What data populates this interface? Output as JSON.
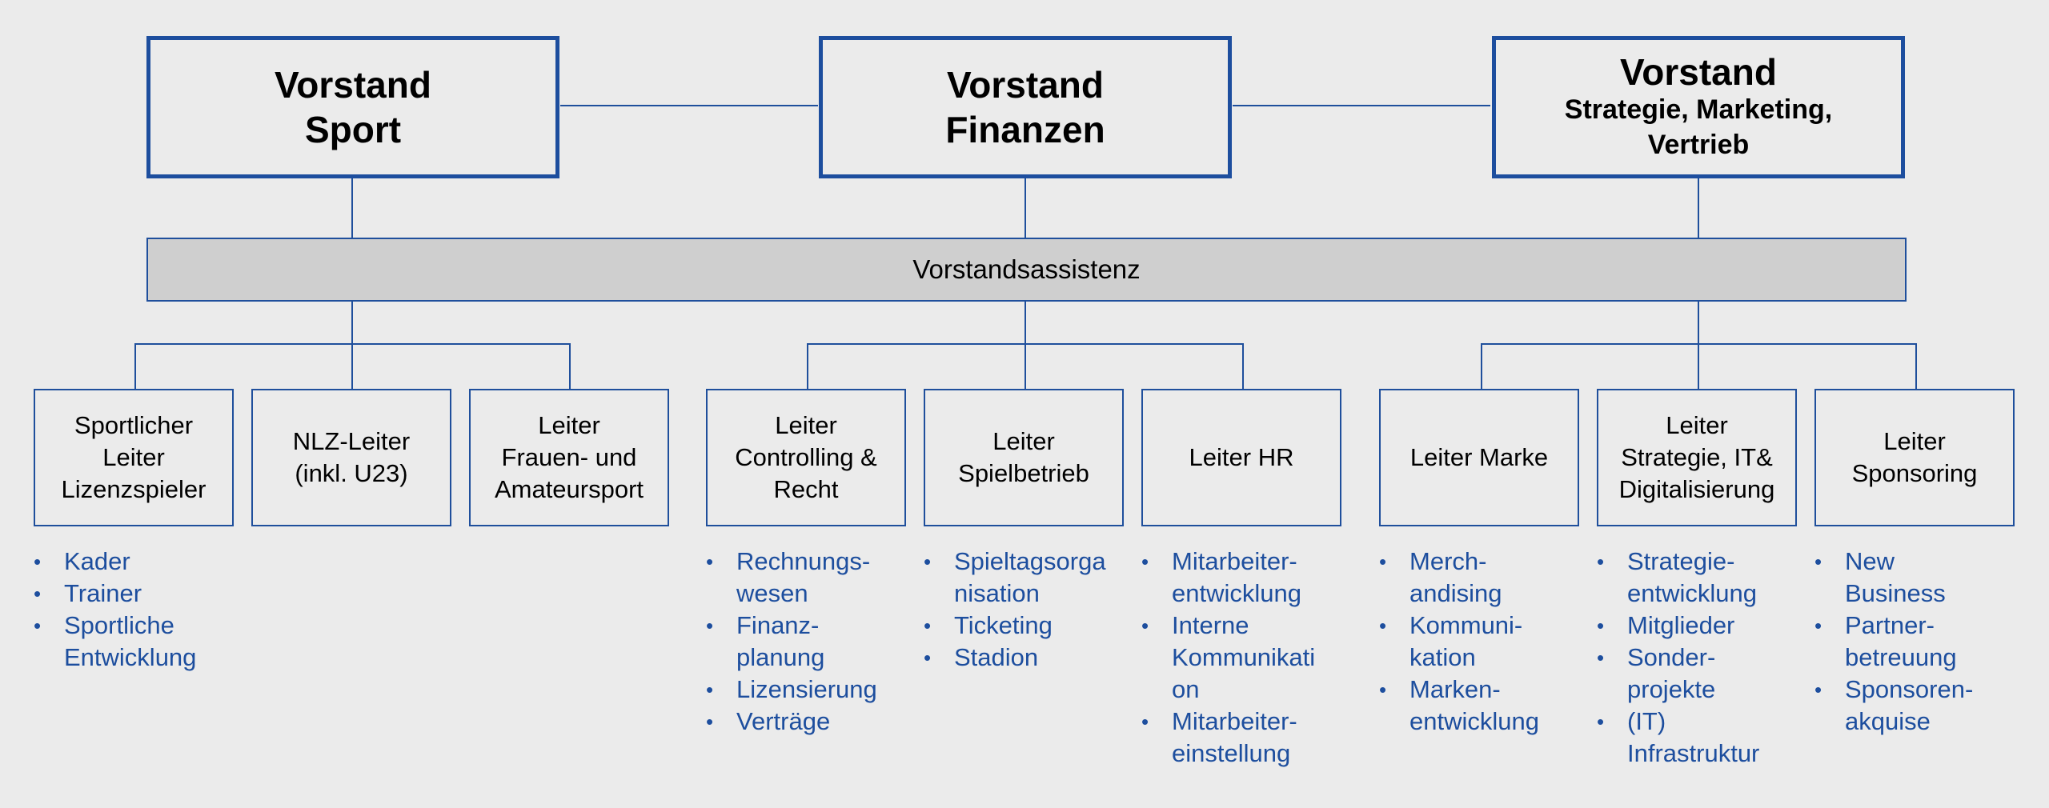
{
  "boards": [
    {
      "id": "sport",
      "lines": [
        "Vorstand",
        "Sport"
      ]
    },
    {
      "id": "finanzen",
      "lines": [
        "Vorstand",
        "Finanzen"
      ]
    },
    {
      "id": "strategie",
      "lines": [
        "Vorstand",
        "Strategie, Marketing,",
        "Vertrieb"
      ]
    }
  ],
  "assistant": "Vorstandsassistenz",
  "leads": [
    {
      "label": "Sportlicher\nLeiter\nLizenzspieler",
      "tasks": [
        "Kader",
        "Trainer",
        "Sportliche\nEntwicklung"
      ]
    },
    {
      "label": "NLZ-Leiter\n(inkl. U23)",
      "tasks": []
    },
    {
      "label": "Leiter\nFrauen- und\nAmateursport",
      "tasks": []
    },
    {
      "label": "Leiter\nControlling &\nRecht",
      "tasks": [
        "Rechnungs-\nwesen",
        "Finanz-\nplanung",
        "Lizensierung",
        "Verträge"
      ]
    },
    {
      "label": "Leiter\nSpielbetrieb",
      "tasks": [
        "Spieltagsorga\nnisation",
        "Ticketing",
        "Stadion"
      ]
    },
    {
      "label": "Leiter HR",
      "tasks": [
        "Mitarbeiter-\nentwicklung",
        "Interne\nKommunikati\non",
        "Mitarbeiter-\neinstellung"
      ]
    },
    {
      "label": "Leiter Marke",
      "tasks": [
        "Merch-\nandising",
        "Kommuni-\nkation",
        "Marken-\nentwicklung"
      ]
    },
    {
      "label": "Leiter\nStrategie, IT&\nDigitalisierung",
      "tasks": [
        "Strategie-\nentwicklung",
        "Mitglieder",
        "Sonder-\nprojekte",
        "(IT)\nInfrastruktur"
      ]
    },
    {
      "label": "Leiter\nSponsoring",
      "tasks": [
        "New\nBusiness",
        "Partner-\nbetreuung",
        "Sponsoren-\nakquise"
      ]
    }
  ]
}
